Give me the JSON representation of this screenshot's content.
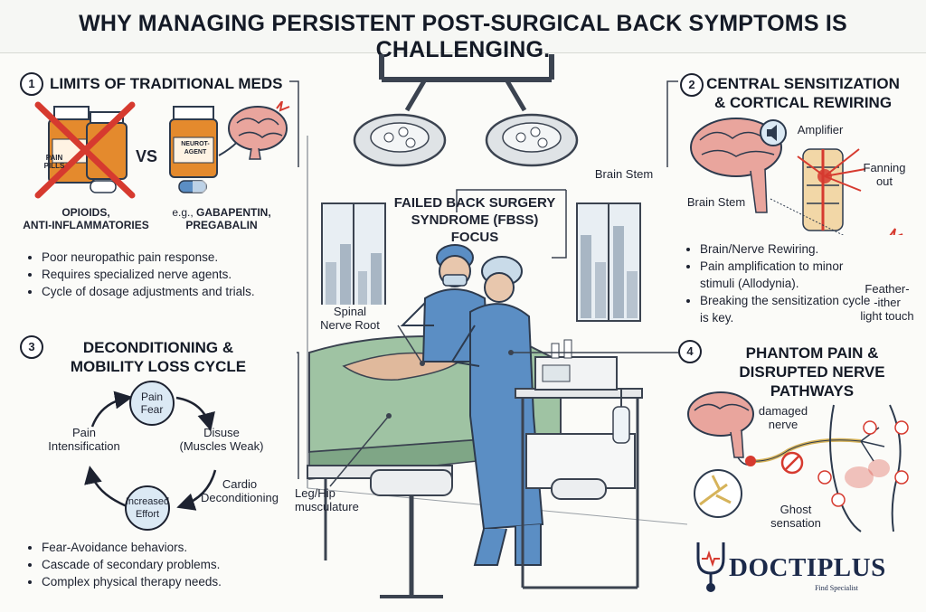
{
  "title": "WHY MANAGING PERSISTENT POST-SURGICAL BACK SYMPTOMS IS CHALLENGING.",
  "center": {
    "title_line1": "FAILED BACK SURGERY",
    "title_line2": "SYNDROME (FBSS) FOCUS",
    "label_brain_stem": "Brain Stem",
    "label_spinal_line1": "Spinal",
    "label_spinal_line2": "Nerve Root",
    "label_leg_line1": "Leg/Hip",
    "label_leg_line2": "musculature"
  },
  "section1": {
    "number": "1",
    "title": "LIMITS OF TRADITIONAL MEDS",
    "pill_label_line1": "PAIN",
    "pill_label_line2": "PILLS",
    "vs": "VS",
    "agent_label_line1": "NEUROT-",
    "agent_label_line2": "AGENT",
    "caption_left_line1": "OPIOIDS,",
    "caption_left_line2": "ANTI-INFLAMMATORIES",
    "caption_right_prefix": "e.g., ",
    "caption_right_line1": "GABAPENTIN,",
    "caption_right_line2": "PREGABALIN",
    "bullets": [
      "Poor neuropathic pain response.",
      "Requires specialized nerve agents.",
      "Cycle of dosage adjustments and trials."
    ]
  },
  "section2": {
    "number": "2",
    "title_line1": "CENTRAL SENSITIZATION",
    "title_line2": "& CORTICAL REWIRING",
    "label_amplifier": "Amplifier",
    "label_fanning_line1": "Fanning",
    "label_fanning_line2": "out",
    "label_brain_stem": "Brain Stem",
    "label_feather_line1": "Feather-",
    "label_feather_line2": "-ither",
    "label_feather_line3": "light touch",
    "bullets": [
      "Brain/Nerve Rewiring.",
      "Pain amplification to minor stimuli (Allodynia).",
      "Breaking the sensitization cycle is key."
    ]
  },
  "section3": {
    "number": "3",
    "title_line1": "DECONDITIONING &",
    "title_line2": "MOBILITY LOSS CYCLE",
    "node_top_line1": "Pain",
    "node_top_line2": "Fear",
    "node_bottom_line1": "Increased",
    "node_bottom_line2": "Effort",
    "label_disuse_line1": "Disuse",
    "label_disuse_line2": "(Muscles Weak)",
    "label_cardio_line1": "Cardio",
    "label_cardio_line2": "Deconditioning",
    "label_pain_line1": "Pain",
    "label_pain_line2": "Intensification",
    "bullets": [
      "Fear-Avoidance behaviors.",
      "Cascade of secondary problems.",
      "Complex physical therapy needs."
    ]
  },
  "section4": {
    "number": "4",
    "title_line1": "PHANTOM PAIN &",
    "title_line2": "DISRUPTED NERVE PATHWAYS",
    "label_damaged_line1": "damaged",
    "label_damaged_line2": "nerve",
    "label_ghost_line1": "Ghost",
    "label_ghost_line2": "sensation"
  },
  "logo": {
    "name": "DOCTIPLUS",
    "tagline": "Find Specialist"
  },
  "colors": {
    "scrubs": "#5b8ec4",
    "drape": "#9fc3a3",
    "pain_red": "#d63a2f",
    "brain_pink": "#e9a59d",
    "pill_orange": "#e48a2d",
    "cycle_fill": "#dbe9f4",
    "logo_navy": "#1c2a4a"
  }
}
